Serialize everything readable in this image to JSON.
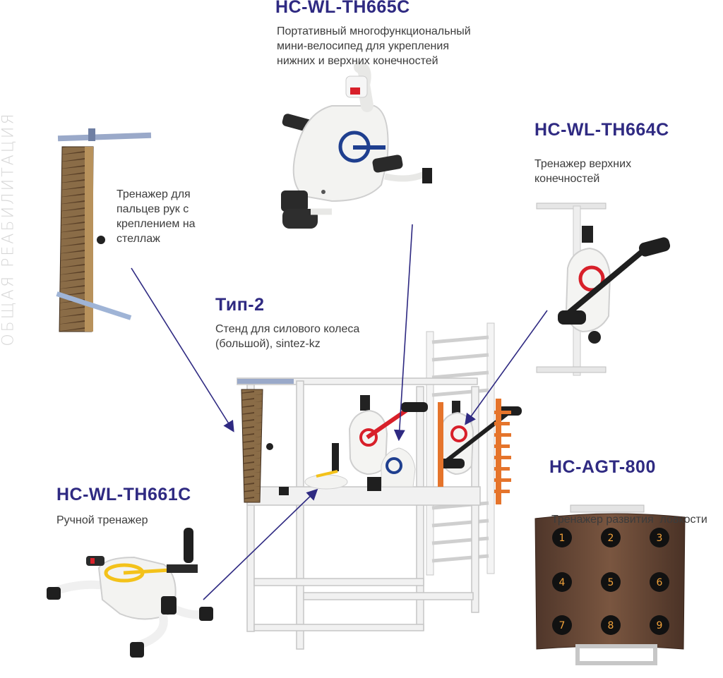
{
  "side_label": "ОБЩАЯ РЕАБИЛИТАЦИЯ",
  "products": {
    "th665c": {
      "model": "HC-WL-TH665C",
      "description": [
        "Портативный многофункциональный",
        "мини-велосипед для укрепления",
        "нижних и верхних конечностей"
      ]
    },
    "finger": {
      "description": [
        "Тренажер для",
        "пальцев рук с",
        "креплением на",
        "стеллаж"
      ]
    },
    "th664c": {
      "model": "HC-WL-TH664C",
      "description": [
        "Тренажер верхних",
        "конечностей"
      ]
    },
    "type2": {
      "model": "Тип-2",
      "description": [
        "Стенд для силового колеса",
        "(большой), sintez-kz"
      ]
    },
    "agt800": {
      "model": "HC-AGT-800",
      "description": [
        "Тренажер развития  ловкости"
      ],
      "buttons": [
        "1",
        "2",
        "3",
        "4",
        "5",
        "6",
        "7",
        "8",
        "9"
      ]
    },
    "th661c": {
      "model": "HC-WL-TH661C",
      "description": [
        "Ручной тренажер"
      ]
    }
  },
  "colors": {
    "model_title": "#2f2a82",
    "arrow": "#2f2a82",
    "side_label": "#d6d6d6",
    "wood": "#6b4a36",
    "frame": "#f1f1f1",
    "accent_red": "#d8202a",
    "accent_blue": "#2b3f8c",
    "accent_orange": "#e5742b",
    "accent_yellow": "#f3c21a"
  }
}
